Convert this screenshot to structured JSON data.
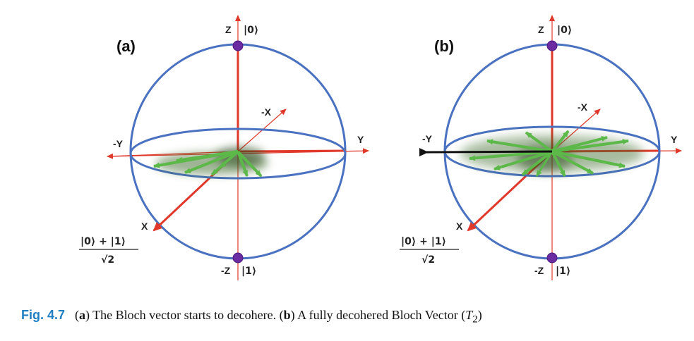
{
  "panel_a": {
    "label": "(a)",
    "axes": {
      "z": "Z",
      "neg_z": "-Z",
      "y": "Y",
      "neg_y": "-Y",
      "x": "X",
      "neg_x": "-X"
    },
    "kets": {
      "zero": "|0⟩",
      "one": "|1⟩"
    },
    "superposition": {
      "numerator": "|0⟩ + |1⟩",
      "denominator": "√2"
    }
  },
  "panel_b": {
    "label": "(b)",
    "axes": {
      "z": "Z",
      "neg_z": "-Z",
      "y": "Y",
      "neg_y": "-Y",
      "x": "X",
      "neg_x": "-X"
    },
    "kets": {
      "zero": "|0⟩",
      "one": "|1⟩"
    },
    "superposition": {
      "numerator": "|0⟩ + |1⟩",
      "denominator": "√2"
    }
  },
  "caption": {
    "figure_label": "Fig. 4.7",
    "part_a_open": "(",
    "part_a_letter": "a",
    "part_a_close": ") The Bloch vector starts to decohere. (",
    "part_b_letter": "b",
    "part_b_text": ") A fully decohered Bloch Vector (",
    "t2_symbol": "T",
    "t2_sub": "2",
    "t2_close": ")"
  },
  "colors": {
    "sphere": "#4a72c0",
    "axis": "#e0382a",
    "pole": "#6a2ca0",
    "arrow_green": "#5cb848",
    "arrow_black": "#111111",
    "figure_label": "#1f7fc0"
  }
}
